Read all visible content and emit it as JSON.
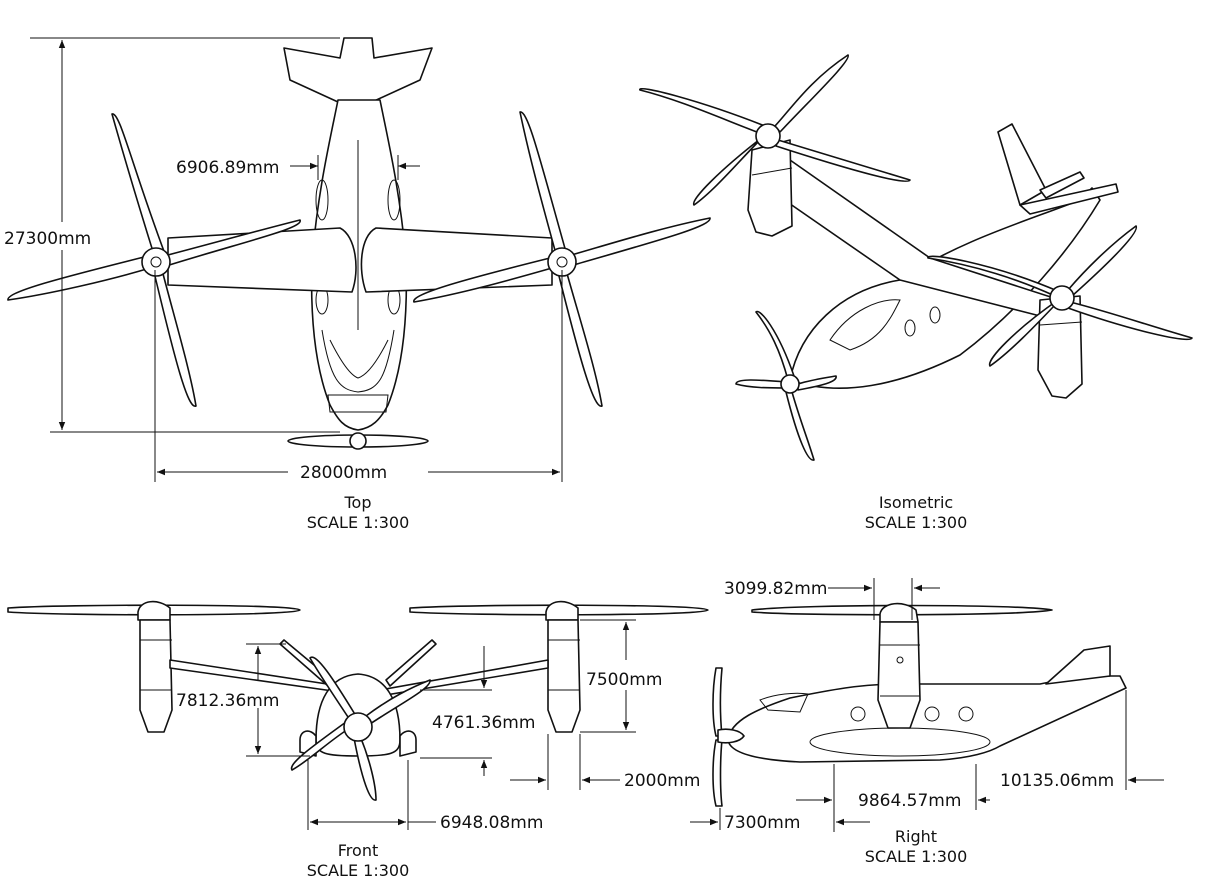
{
  "views": {
    "top": {
      "name": "Top",
      "scale": "SCALE 1:300"
    },
    "isometric": {
      "name": "Isometric",
      "scale": "SCALE 1:300"
    },
    "front": {
      "name": "Front",
      "scale": "SCALE 1:300"
    },
    "right": {
      "name": "Right",
      "scale": "SCALE 1:300"
    }
  },
  "dimensions": {
    "top_fuselage_width": "6906.89mm",
    "top_length": "27300mm",
    "top_span": "28000mm",
    "right_rotor_diameter": "3099.82mm",
    "front_height": "7812.36mm",
    "front_fuselage_height": "4761.36mm",
    "front_nacelle_height": "7500mm",
    "front_clearance": "2000mm",
    "front_fuselage_width": "6948.08mm",
    "right_mid": "9864.57mm",
    "right_tail": "10135.06mm",
    "right_nose": "7300mm"
  }
}
